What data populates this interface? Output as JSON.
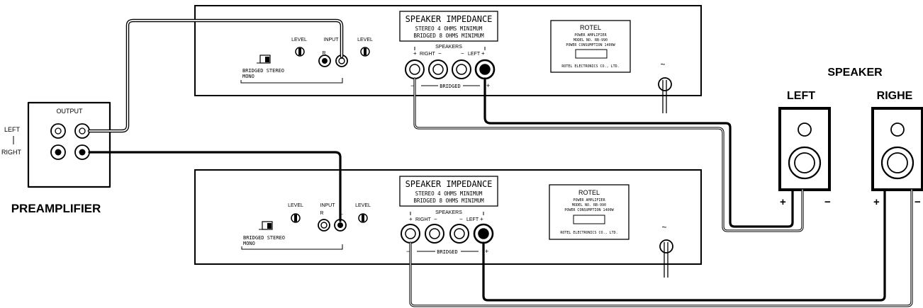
{
  "amplifier": {
    "impedance_title": "SPEAKER IMPEDANCE",
    "impedance_stereo": "STEREO  4 OHMS MINIMUM",
    "impedance_bridged": "BRIDGED 8 OHMS MINIMUM",
    "speakers_label": "SPEAKERS",
    "right_label": "RIGHT",
    "left_label": "LEFT",
    "plus": "+",
    "minus": "−",
    "bridged_label": "BRIDGED",
    "level_label": "LEVEL",
    "input_label": "INPUT",
    "input_r": "R",
    "input_l": "L",
    "mode_label": "BRIDGED  STEREO",
    "mono_label": "MONO",
    "plate_brand": "ROTEL",
    "plate_line1": "POWER AMPLIFIER",
    "plate_line2": "MODEL NO. RB-990",
    "plate_line3": "POWER CONSUMPTION 1400W",
    "plate_maker": "ROTEL ELECTRONICS CO., LTD.",
    "ac_symbol": "~"
  },
  "preamplifier": {
    "output_label": "OUTPUT",
    "left_label": "LEFT",
    "right_label": "RIGHT",
    "title": "PREAMPLIFIER"
  },
  "speakers": {
    "heading": "SPEAKER",
    "left_label": "LEFT",
    "right_label": "RIGHE",
    "plus": "+",
    "minus": "−"
  },
  "colors": {
    "ink": "#000000",
    "paper": "#ffffff"
  }
}
